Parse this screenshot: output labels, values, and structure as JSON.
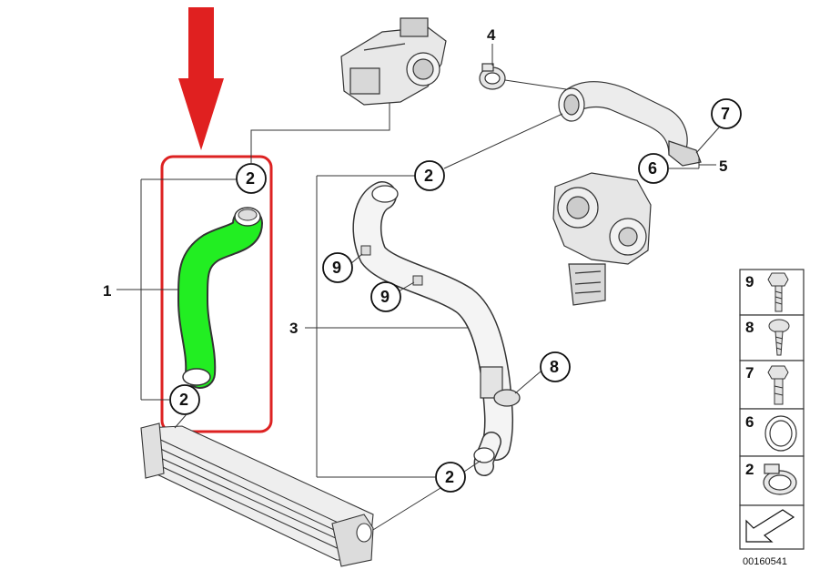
{
  "callouts": {
    "c2_top": "2",
    "c2_bottom": "2",
    "c2_mid": "2",
    "c2_low": "2",
    "c4": "4",
    "c7": "7",
    "c6": "6",
    "c8": "8",
    "c9_a": "9",
    "c9_b": "9"
  },
  "group_labels": {
    "g1": "1",
    "g3": "3",
    "g5": "5"
  },
  "legend": {
    "items": [
      "9",
      "8",
      "7",
      "6",
      "2"
    ]
  },
  "diagram_id": "00160541",
  "colors": {
    "highlight_hose": "#22ee22",
    "highlight_box": "#dd2222",
    "arrow": "#e02020",
    "line": "#333333"
  }
}
